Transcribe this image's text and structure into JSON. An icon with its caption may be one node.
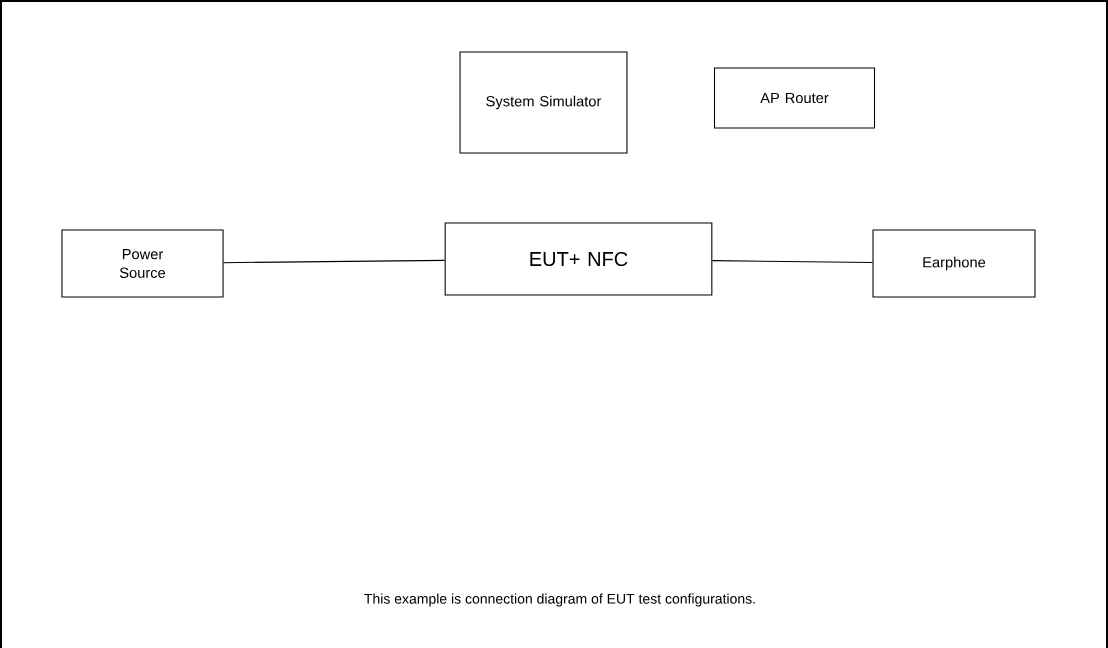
{
  "diagram": {
    "caption": "This example is connection diagram of EUT test configurations.",
    "nodes": [
      {
        "text": [
          "System Simulator"
        ]
      },
      {
        "text": [
          "AP Router"
        ]
      },
      {
        "text": [
          "Power Source"
        ]
      },
      {
        "text": [
          "EUT+ NFC"
        ]
      },
      {
        "text": [
          "Earphone"
        ]
      }
    ],
    "edges": [
      {
        "from": 2,
        "to": 3,
        "arrow": "none"
      },
      {
        "from": 3,
        "to": 4,
        "arrow": "none"
      }
    ]
  }
}
